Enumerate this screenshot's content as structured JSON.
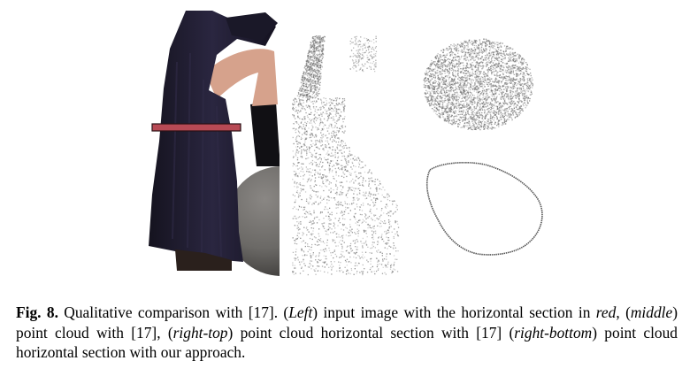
{
  "figure": {
    "panels": [
      {
        "id": "left",
        "content": "input image photo"
      },
      {
        "id": "middle",
        "content": "point cloud with [17]"
      },
      {
        "id": "right-top",
        "content": "point cloud horizontal section with [17]"
      },
      {
        "id": "right-bottom",
        "content": "point cloud horizontal section with our approach"
      }
    ],
    "colors": {
      "coat": "#1c1a2e",
      "section_band": "#b84a55",
      "section_border": "#2a1015",
      "sphere": "#6b6966",
      "skin": "#d8a48e",
      "points": "#6f6f6f"
    }
  },
  "caption": {
    "label": "Fig. 8.",
    "t1": " Qualitative comparison with [17]. (",
    "i1": "Left",
    "t2": ") input image with the horizontal section in ",
    "i2": "red",
    "t3": ", (",
    "i3": "middle",
    "t4": ") point cloud with [17], (",
    "i4": "right-top",
    "t5": ") point cloud horizontal section with [17] (",
    "i5": "right-bottom",
    "t6": ") point cloud horizontal section with our approach."
  }
}
